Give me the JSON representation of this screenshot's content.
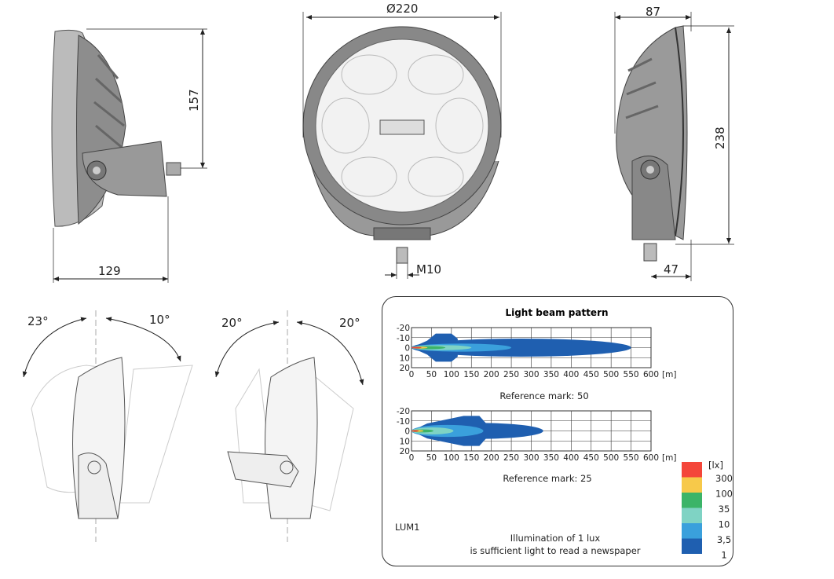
{
  "dimensions": {
    "side_depth": "129",
    "side_height": "157",
    "diameter": "Ø220",
    "thread": "M10",
    "right_width": "87",
    "right_height": "238",
    "right_offset": "47"
  },
  "rotation": {
    "left_up": "23°",
    "left_down": "10°",
    "right_left": "20°",
    "right_right": "20°"
  },
  "chart_data": [
    {
      "type": "area",
      "title": "Light beam pattern",
      "caption": "Reference mark: 50",
      "xlabel": "[m]",
      "x_ticks": [
        "0",
        "50",
        "100",
        "150",
        "200",
        "250",
        "300",
        "350",
        "400",
        "450",
        "500",
        "550",
        "600"
      ],
      "y_ticks": [
        "-20",
        "-10",
        "0",
        "10",
        "20"
      ],
      "xlim": [
        0,
        600
      ],
      "ylim": [
        -20,
        20
      ],
      "grid": true,
      "contours": [
        {
          "lux": 1,
          "reach": 550,
          "halfwidth": 9,
          "bump_to": 100,
          "bump_halfwidth": 14
        },
        {
          "lux": 3.5,
          "reach": 250,
          "halfwidth": 4
        },
        {
          "lux": 10,
          "reach": 150,
          "halfwidth": 2.5
        },
        {
          "lux": 35,
          "reach": 85,
          "halfwidth": 1.5
        },
        {
          "lux": 100,
          "reach": 40,
          "halfwidth": 1
        },
        {
          "lux": 300,
          "reach": 25,
          "halfwidth": 0.6
        }
      ]
    },
    {
      "type": "area",
      "caption": "Reference mark: 25",
      "xlabel": "[m]",
      "x_ticks": [
        "0",
        "50",
        "100",
        "150",
        "200",
        "250",
        "300",
        "350",
        "400",
        "450",
        "500",
        "550",
        "600"
      ],
      "y_ticks": [
        "-20",
        "-10",
        "0",
        "10",
        "20"
      ],
      "xlim": [
        0,
        600
      ],
      "ylim": [
        -20,
        20
      ],
      "grid": true,
      "contours": [
        {
          "lux": 1,
          "reach": 330,
          "halfwidth": 8,
          "bump_to": 170,
          "bump_halfwidth": 15
        },
        {
          "lux": 3.5,
          "reach": 180,
          "halfwidth": 6
        },
        {
          "lux": 10,
          "reach": 105,
          "halfwidth": 3.5
        },
        {
          "lux": 35,
          "reach": 55,
          "halfwidth": 1.5
        },
        {
          "lux": 100,
          "reach": 30,
          "halfwidth": 1
        },
        {
          "lux": 300,
          "reach": 18,
          "halfwidth": 0.6
        }
      ]
    }
  ],
  "legend": {
    "unit": "[lx]",
    "levels": [
      {
        "label": "300",
        "color": "#f4463a"
      },
      {
        "label": "100",
        "color": "#f7c94a"
      },
      {
        "label": "35",
        "color": "#3bb468"
      },
      {
        "label": "10",
        "color": "#7fd3c4"
      },
      {
        "label": "3,5",
        "color": "#3aa0dc"
      },
      {
        "label": "1",
        "color": "#1f5fb0"
      }
    ]
  },
  "model": "LUM1",
  "note_line1": "Illumination of 1 lux",
  "note_line2": "is sufficient light to read a newspaper"
}
